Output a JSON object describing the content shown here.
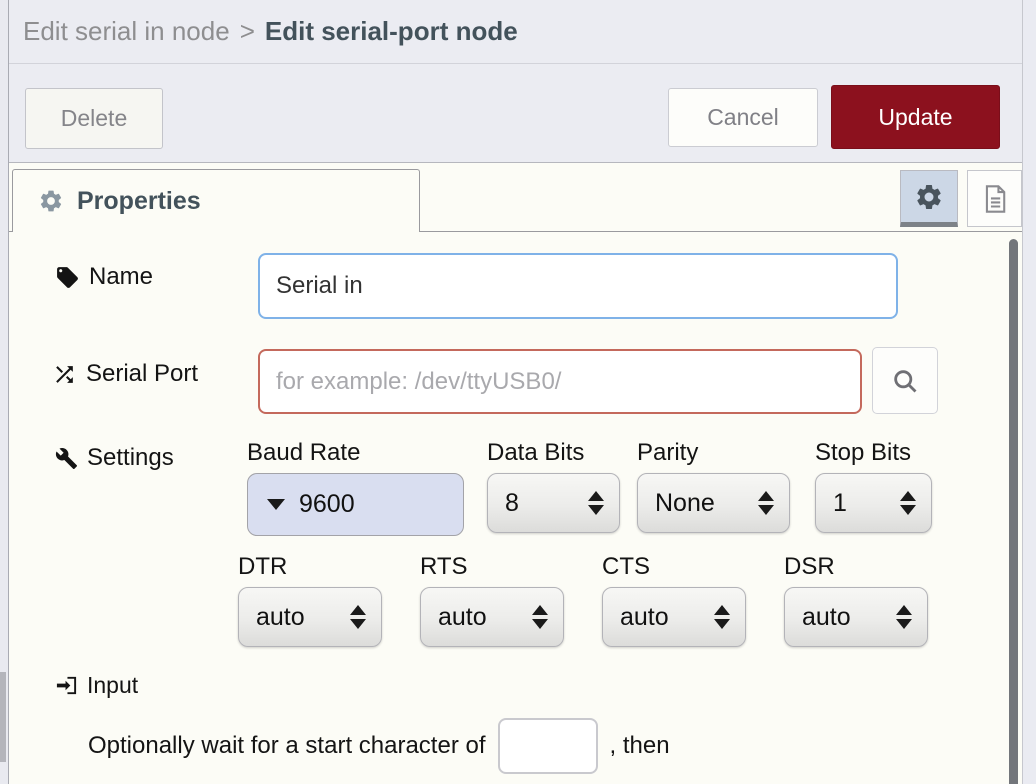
{
  "window": {
    "breadcrumb_parent": "Edit serial in node",
    "breadcrumb_separator": ">",
    "breadcrumb_current": "Edit serial-port node"
  },
  "toolbar": {
    "delete": "Delete",
    "cancel": "Cancel",
    "update": "Update"
  },
  "tabs": {
    "properties": "Properties"
  },
  "form": {
    "name": {
      "label": "Name",
      "value": "Serial in"
    },
    "serial_port": {
      "label": "Serial Port",
      "placeholder": "for example: /dev/ttyUSB0/"
    },
    "settings": {
      "label": "Settings"
    },
    "baud_rate": {
      "label": "Baud Rate",
      "value": "9600"
    },
    "data_bits": {
      "label": "Data Bits",
      "value": "8"
    },
    "parity": {
      "label": "Parity",
      "value": "None"
    },
    "stop_bits": {
      "label": "Stop Bits",
      "value": "1"
    },
    "dtr": {
      "label": "DTR",
      "value": "auto"
    },
    "rts": {
      "label": "RTS",
      "value": "auto"
    },
    "cts": {
      "label": "CTS",
      "value": "auto"
    },
    "dsr": {
      "label": "DSR",
      "value": "auto"
    },
    "input_section": {
      "label": "Input",
      "wait_before": "Optionally wait for a start character of",
      "wait_char": "",
      "wait_after": ", then"
    }
  },
  "icons": {
    "properties_tab": "gear",
    "node_settings_button": "gear",
    "node_description_button": "document",
    "name_field": "tag",
    "serial_port_field": "shuffle",
    "settings_field": "wrench",
    "input_section": "sign-in",
    "serial_search": "magnifier"
  },
  "colors": {
    "update_button": "#8c111e",
    "focus_border": "#7fb2e8",
    "error_border": "#c4695c",
    "header_text": "#43525b",
    "baud_select_bg": "#d9def0"
  }
}
